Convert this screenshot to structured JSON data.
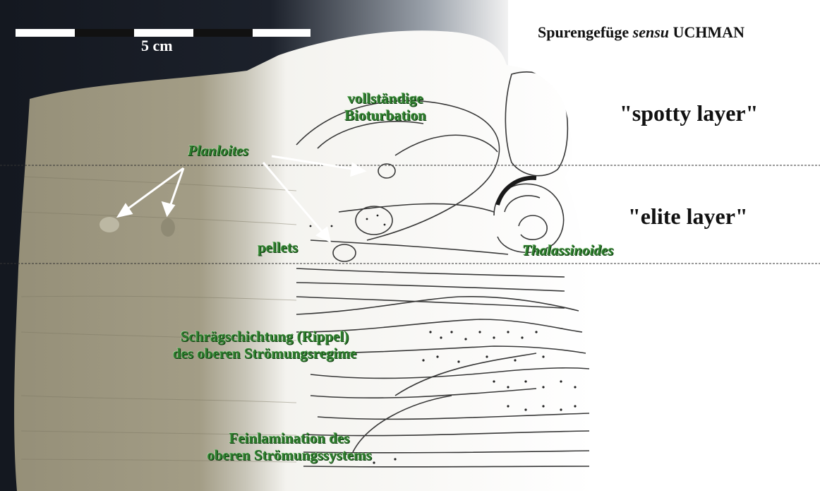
{
  "title": {
    "prefix": "Spurengefüge ",
    "italic": "sensu",
    "author": " UCHMAN"
  },
  "scale_bar": {
    "label": "5 cm",
    "segment_colors": [
      "#ffffff",
      "#111111",
      "#ffffff",
      "#111111",
      "#ffffff"
    ]
  },
  "layers": {
    "spotty": "\"spotty layer\"",
    "elite": "\"elite layer\""
  },
  "labels": {
    "bioturbation_line1": "vollständige",
    "bioturbation_line2": "Bioturbation",
    "planolites": "Planloites",
    "pellets": "pellets",
    "thalassinoides": "Thalassinoides",
    "ripple_line1": "Schrägschichtung (Rippel)",
    "ripple_line2": "des oberen Strömungsregime",
    "lamination_line1": "Feinlamination des",
    "lamination_line2": "oberen Strömungssystems"
  },
  "colors": {
    "label_green": "#2e7d2e",
    "rock": "#9a9580",
    "background_left": "#161a22"
  }
}
